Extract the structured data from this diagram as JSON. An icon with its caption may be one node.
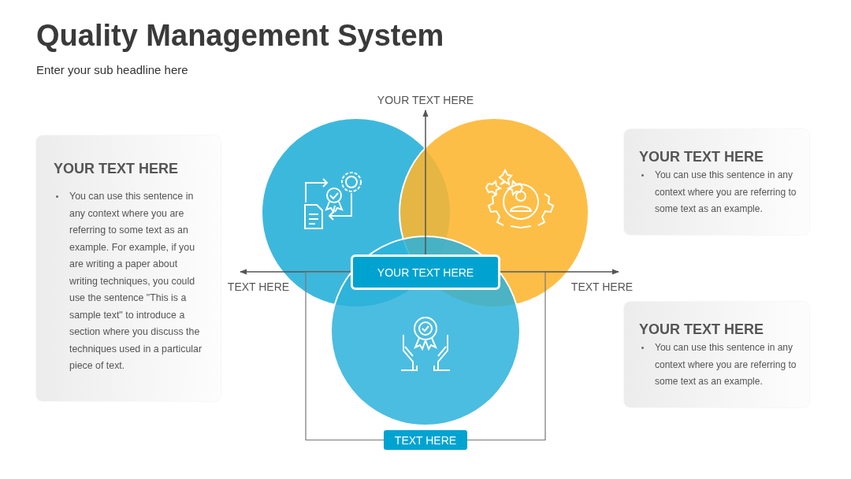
{
  "diagram": {
    "title": "Quality Management System",
    "nodes": [
      {
        "text": [
          "YOUR TEXT HERE",
          "You can use this sentence in any context where you are referring to some text as an example. For example, if you are writing a paper about writing techniques, you could use the sentence \"This is a sample text\" to introduce a section where you discuss the techniques used in a particular piece of text."
        ]
      },
      {
        "text": [
          "YOUR TEXT HERE",
          "You can use this sentence in any context where you are referring to some text as an example."
        ]
      },
      {
        "text": [
          "YOUR TEXT HERE",
          "You can use this sentence in any context where you are referring to some text as an example."
        ]
      },
      {
        "text": [
          "YOUR TEXT HERE"
        ]
      },
      {
        "text": [
          "TEXT HERE"
        ]
      }
    ],
    "edges": [
      {
        "from": 3,
        "to": 4,
        "arrow": "none"
      },
      {
        "from": 3,
        "to": 4,
        "arrow": "none"
      }
    ],
    "labels": [
      "Enter your sub headline here",
      "YOUR TEXT HERE",
      "TEXT HERE",
      "TEXT HERE"
    ]
  }
}
